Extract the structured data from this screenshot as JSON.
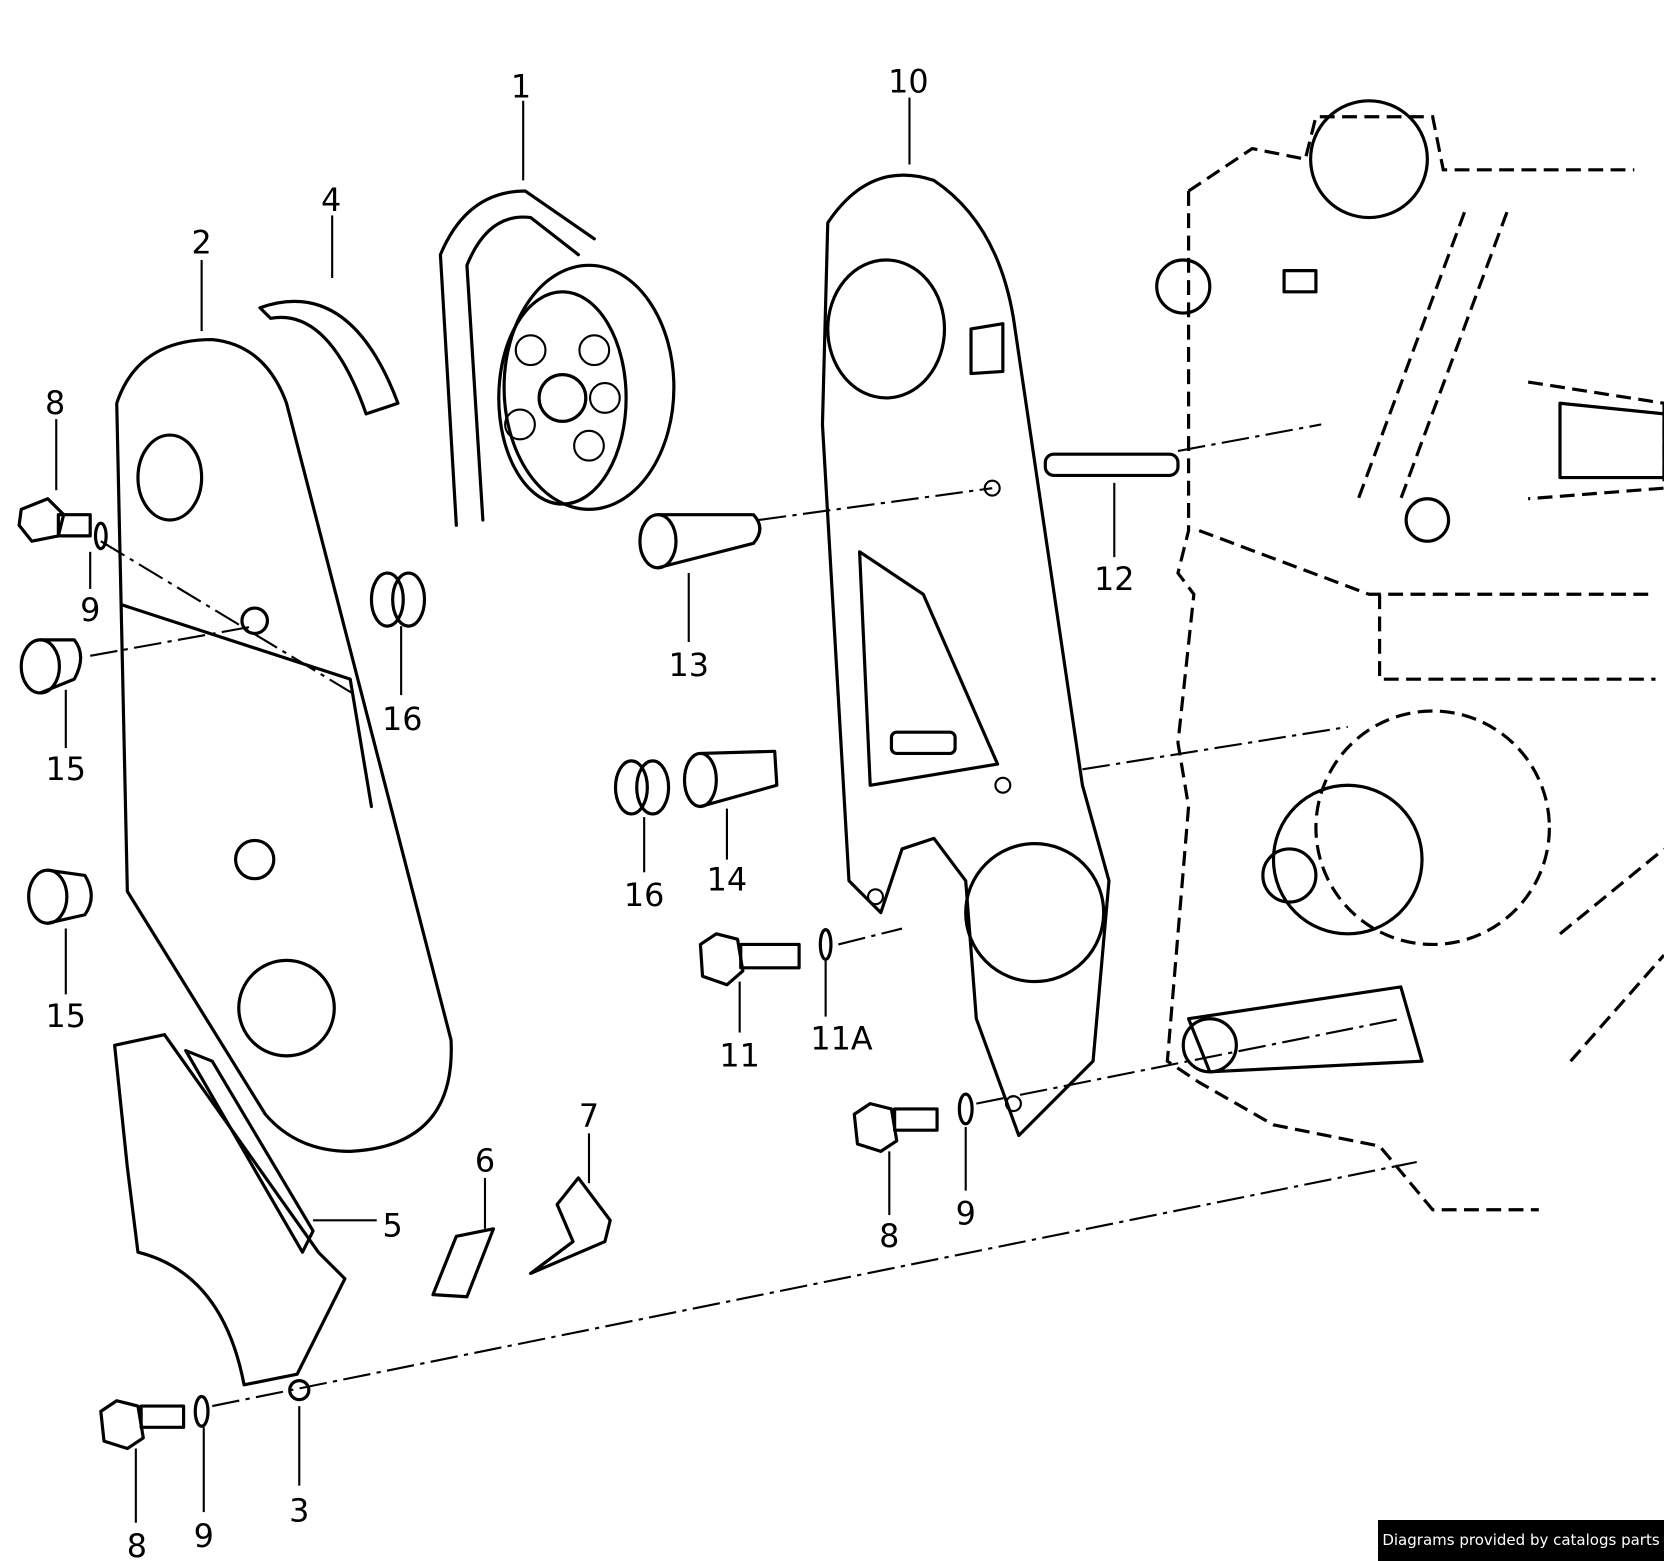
{
  "diagram": {
    "labels": [
      "1",
      "10",
      "4",
      "2",
      "8",
      "9",
      "16",
      "15",
      "15",
      "13",
      "12",
      "16",
      "14",
      "11",
      "11A",
      "5",
      "6",
      "7",
      "8",
      "9",
      "3",
      "8",
      "9"
    ]
  },
  "footer": {
    "caption": "Diagrams provided by catalogs parts"
  }
}
